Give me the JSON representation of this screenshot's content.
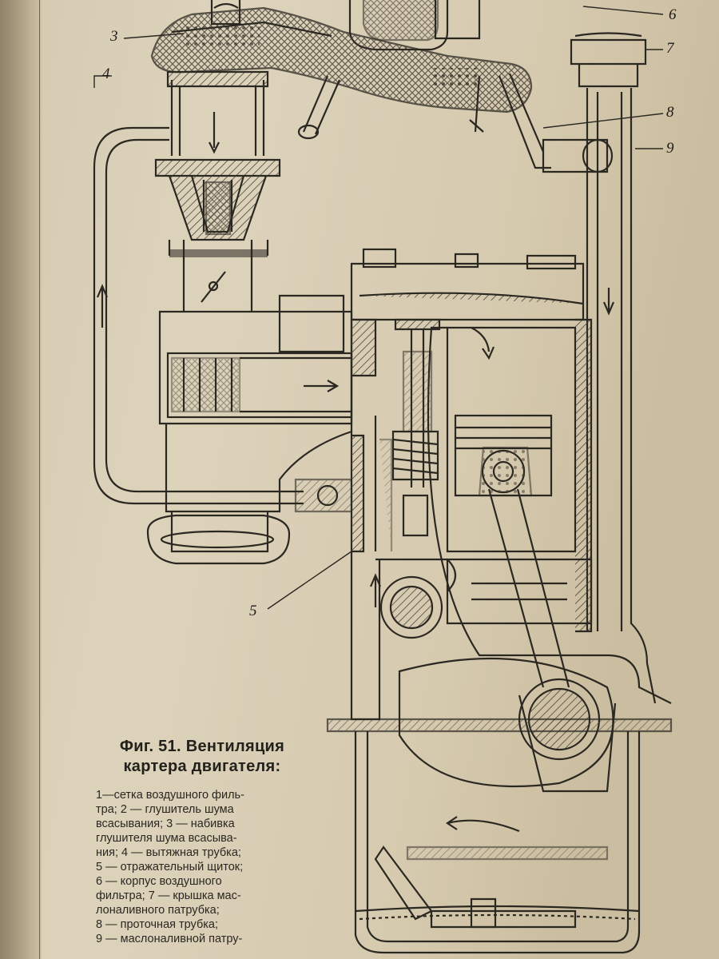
{
  "figure": {
    "title_line1": "Фиг. 51. Вентиляция",
    "title_line2": "картера двигателя:"
  },
  "legend_lines": [
    "1—сетка воздушного филь-",
    "тра; 2 — глушитель шума",
    "всасывания; 3 — набивка",
    "глушителя шума всасыва-",
    "ния; 4 — вытяжная трубка;",
    "5 — отражательный щиток;",
    "6 — корпус воздушного",
    "фильтра; 7 — крышка мас-",
    "лоналивного патрубка;",
    "8 — проточная трубка;",
    "9 — маслоналивной патру-"
  ],
  "callouts": {
    "n3": "3",
    "n4": "4",
    "n5": "5",
    "n6": "6",
    "n7": "7",
    "n8": "8",
    "n9": "9"
  },
  "colors": {
    "ink": "#2b2822",
    "paper": "#d8cdb4",
    "hatch": "#4a443a"
  }
}
